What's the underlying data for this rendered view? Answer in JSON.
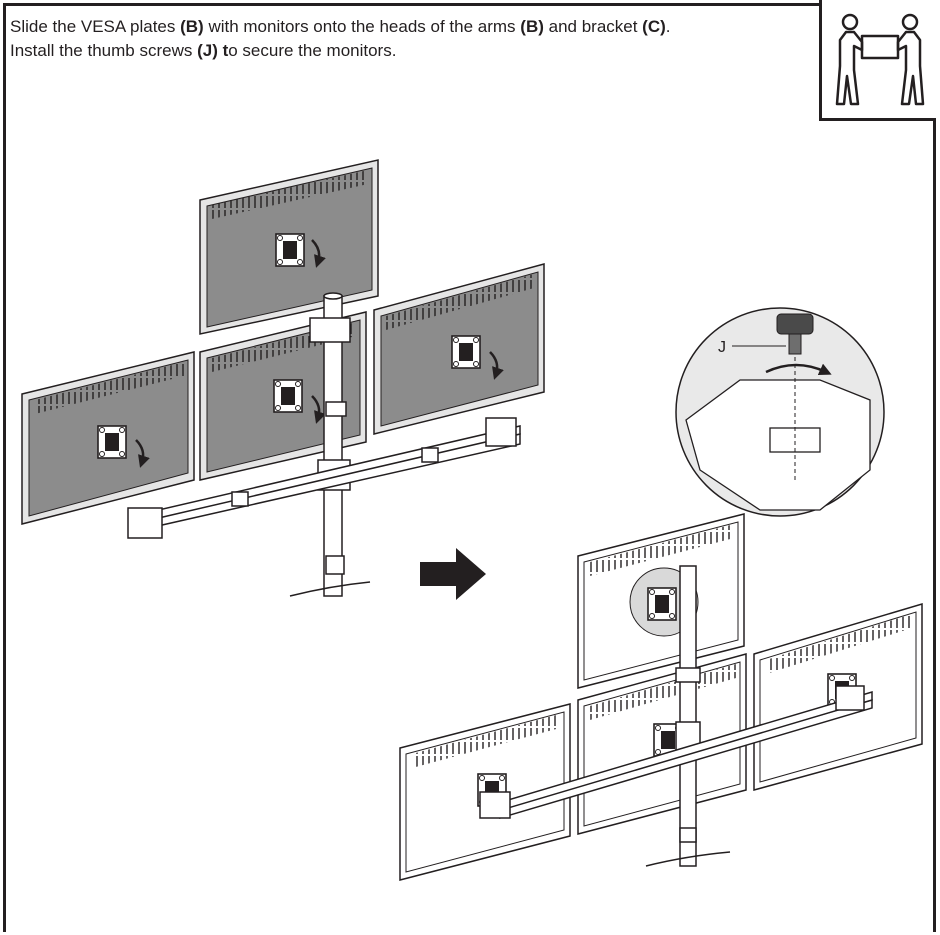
{
  "instruction": {
    "line1_part1": "Slide the VESA plates ",
    "line1_b1": "(B)",
    "line1_part2": " with monitors onto the heads of the arms ",
    "line1_b2": "(B)",
    "line1_part3": " and bracket ",
    "line1_b3": "(C)",
    "line1_part4": ".",
    "line2_b1": "(J) t",
    "line2_part0": "Install the thumb screws ",
    "line2_part1": "o secure the monitors."
  },
  "callout_label": "J",
  "icons": {
    "two_person": "two-person-lift-icon",
    "arrow": "right-arrow-icon",
    "rotate": "rotate-clockwise-icon"
  },
  "colors": {
    "screen_fill": "#8c8c8c",
    "screen_edge": "#cfcfcf",
    "line": "#231f20",
    "zoom_fill": "#d9d9d9"
  }
}
